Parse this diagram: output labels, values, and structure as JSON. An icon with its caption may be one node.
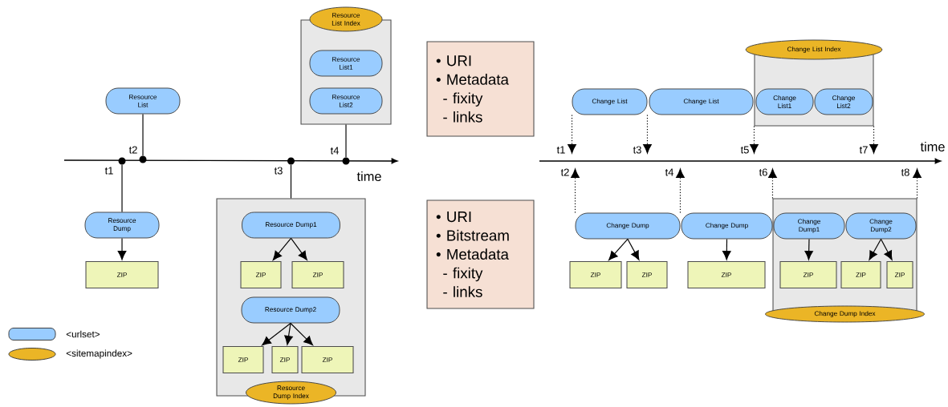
{
  "diagram": {
    "nodes": [
      {
        "text": [
          "Resource List Index"
        ]
      },
      {
        "text": [
          "Resource List1"
        ],
        "in": 0
      },
      {
        "text": [
          "Resource List2"
        ],
        "in": 0
      },
      {
        "text": [
          "Resource List"
        ]
      },
      {
        "text": [],
        "shape": "circle",
        "beside": [
          "t1"
        ]
      },
      {
        "text": [],
        "shape": "circle",
        "beside": [
          "t2"
        ]
      },
      {
        "text": [],
        "shape": "circle",
        "beside": [
          "t3"
        ]
      },
      {
        "text": [],
        "shape": "circle",
        "beside": [
          "t4"
        ]
      },
      {
        "text": [
          "Resource Dump"
        ]
      },
      {
        "text": [
          "ZIP"
        ]
      },
      {
        "text": [
          "Resource Dump Index"
        ]
      },
      {
        "text": [
          "Resource Dump1"
        ],
        "in": 10
      },
      {
        "text": [
          "ZIP"
        ],
        "in": 10
      },
      {
        "text": [
          "ZIP"
        ],
        "in": 10
      },
      {
        "text": [
          "Resource Dump2"
        ],
        "in": 10
      },
      {
        "text": [
          "ZIP"
        ],
        "in": 10
      },
      {
        "text": [
          "ZIP"
        ],
        "in": 10
      },
      {
        "text": [
          "ZIP"
        ],
        "in": 10
      },
      {
        "text": [
          "• URI",
          "• Metadata",
          "- fixity",
          "- links"
        ]
      },
      {
        "text": [
          "• URI",
          "• Bitstream",
          "• Metadata",
          "- fixity",
          "- links"
        ]
      },
      {
        "text": [
          "Change List"
        ]
      },
      {
        "text": [
          "Change List"
        ]
      },
      {
        "text": [
          "Change List Index"
        ]
      },
      {
        "text": [
          "Change List1"
        ],
        "in": 22
      },
      {
        "text": [
          "Change List2"
        ],
        "in": 22
      },
      {
        "text": [
          "Change Dump"
        ]
      },
      {
        "text": [
          "Change Dump"
        ]
      },
      {
        "text": [
          "Change Dump Index"
        ]
      },
      {
        "text": [
          "Change Dump1"
        ],
        "in": 27
      },
      {
        "text": [
          "Change Dump2"
        ],
        "in": 27
      },
      {
        "text": [
          "ZIP"
        ]
      },
      {
        "text": [
          "ZIP"
        ]
      },
      {
        "text": [
          "ZIP"
        ]
      },
      {
        "text": [
          "ZIP"
        ],
        "in": 27
      },
      {
        "text": [
          "ZIP"
        ],
        "in": 27
      },
      {
        "text": [
          "ZIP"
        ],
        "in": 27
      },
      {
        "text": [
          "t1"
        ]
      },
      {
        "text": [
          "t3"
        ]
      },
      {
        "text": [
          "t5"
        ]
      },
      {
        "text": [
          "t7"
        ]
      },
      {
        "text": [
          "t2"
        ]
      },
      {
        "text": [
          "t4"
        ]
      },
      {
        "text": [
          "t6"
        ]
      },
      {
        "text": [
          "t8"
        ]
      }
    ],
    "edges": [
      {
        "from": 3,
        "to": 5,
        "arrow": "none"
      },
      {
        "from": 4,
        "to": 8,
        "arrow": "none"
      },
      {
        "from": 6,
        "to": 10,
        "arrow": "none"
      },
      {
        "from": 0,
        "to": 7,
        "arrow": "none"
      },
      {
        "from": 8,
        "to": 9,
        "arrow": "to"
      },
      {
        "from": 11,
        "to": 12,
        "arrow": "to"
      },
      {
        "from": 11,
        "to": 13,
        "arrow": "to"
      },
      {
        "from": 14,
        "to": 15,
        "arrow": "to"
      },
      {
        "from": 14,
        "to": 16,
        "arrow": "to"
      },
      {
        "from": 14,
        "to": 17,
        "arrow": "to"
      },
      {
        "from": 25,
        "to": 30,
        "arrow": "to"
      },
      {
        "from": 25,
        "to": 31,
        "arrow": "to"
      },
      {
        "from": 26,
        "to": 32,
        "arrow": "to"
      },
      {
        "from": 28,
        "to": 33,
        "arrow": "to"
      },
      {
        "from": 29,
        "to": 34,
        "arrow": "to"
      },
      {
        "from": 29,
        "to": 35,
        "arrow": "to"
      },
      {
        "from": 20,
        "to": 36,
        "arrow": "to",
        "style": "dashed"
      },
      {
        "from": 25,
        "to": 40,
        "arrow": "to",
        "style": "dashed"
      },
      {
        "from": 20,
        "to": 37,
        "arrow": "to",
        "style": "dashed"
      },
      {
        "from": 25,
        "to": 41,
        "arrow": "to",
        "style": "dashed"
      },
      {
        "from": 22,
        "to": 38,
        "arrow": "to",
        "style": "dashed"
      },
      {
        "from": 27,
        "to": 42,
        "arrow": "to",
        "style": "dashed"
      },
      {
        "from": 22,
        "to": 39,
        "arrow": "to",
        "style": "dashed"
      },
      {
        "from": 27,
        "to": 43,
        "arrow": "to",
        "style": "dashed"
      }
    ],
    "labels": [
      "time",
      "time"
    ],
    "legend": [
      {
        "text": "<urlset>",
        "color": "#99ccff"
      },
      {
        "text": "<sitemapindex>",
        "color": "#ebb526"
      }
    ]
  }
}
